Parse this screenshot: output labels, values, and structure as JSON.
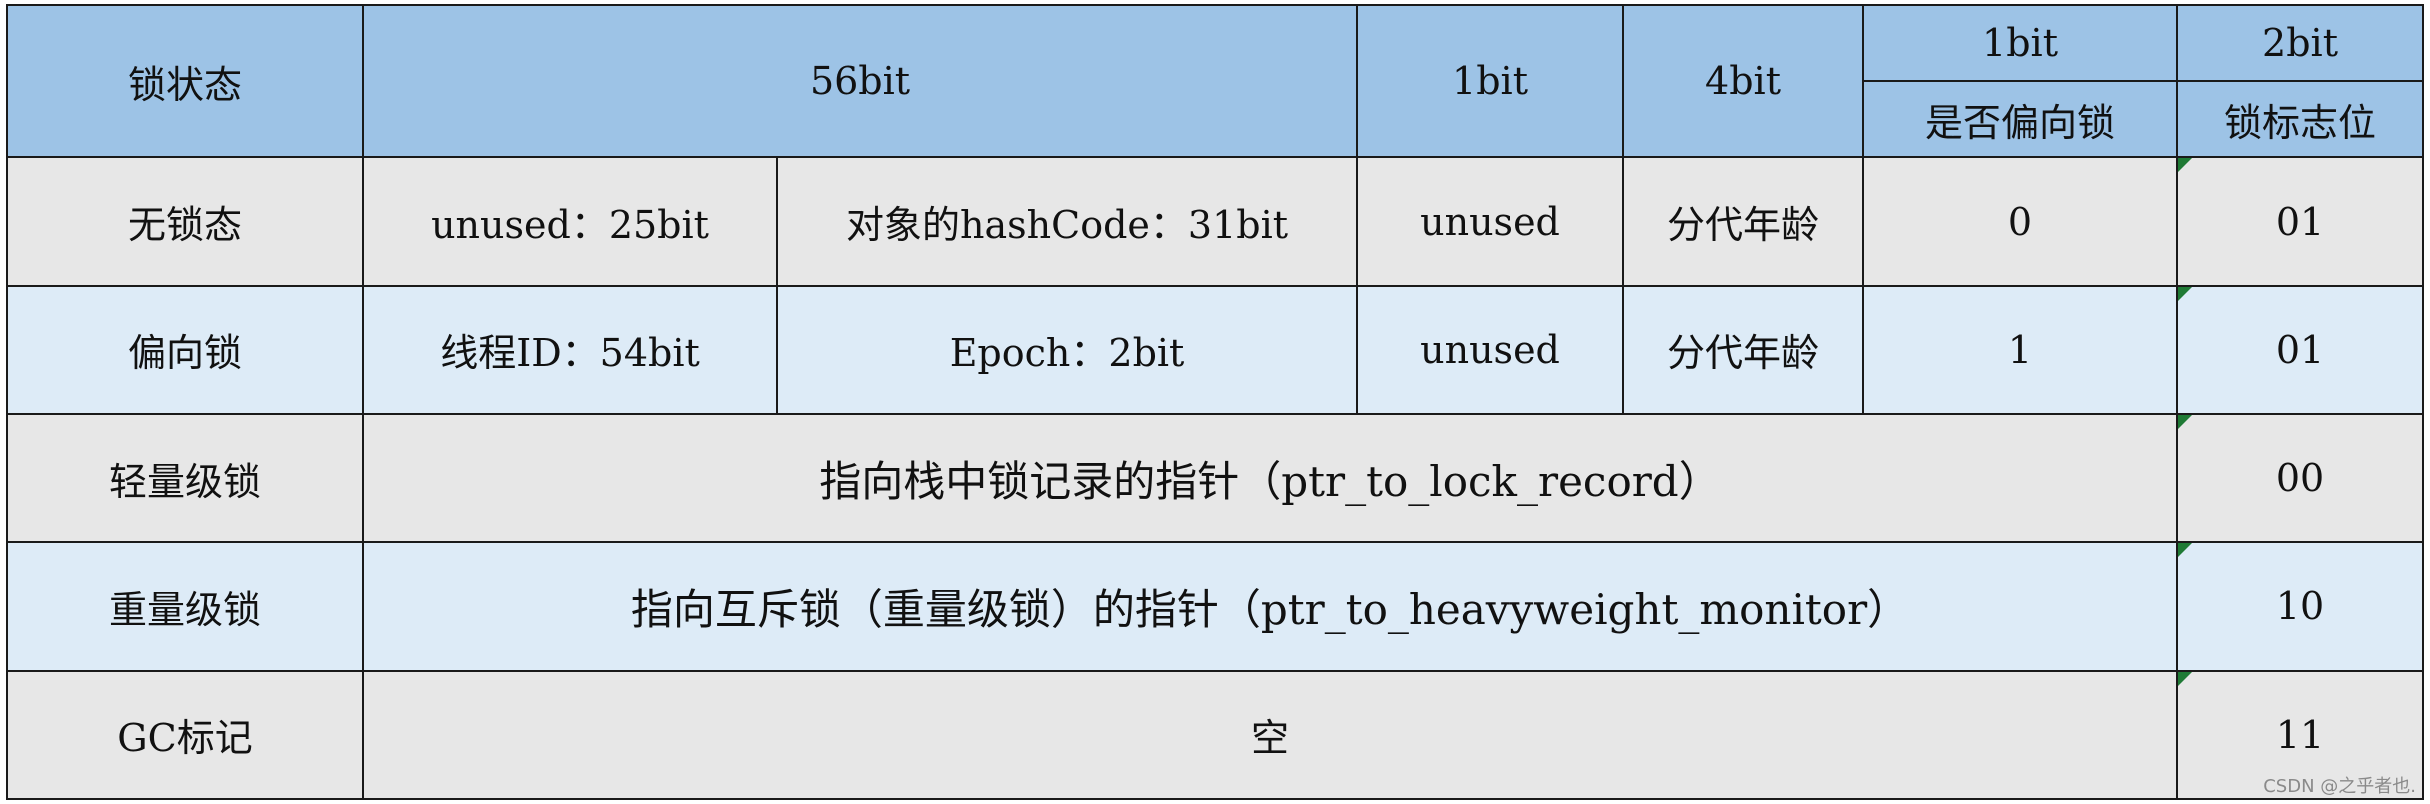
{
  "header": {
    "lock_state": "锁状态",
    "bits_56": "56bit",
    "bits_1_a": "1bit",
    "bits_4": "4bit",
    "bits_1_b": "1bit",
    "bits_2": "2bit",
    "is_biased": "是否偏向锁",
    "lock_flag": "锁标志位"
  },
  "rows": {
    "unlocked": {
      "label": "无锁态",
      "unused25": "unused：25bit",
      "hashcode": "对象的hashCode：31bit",
      "unused": "unused",
      "age": "分代年龄",
      "biased": "0",
      "flag": "01"
    },
    "biased": {
      "label": "偏向锁",
      "thread_id": "线程ID：54bit",
      "epoch": "Epoch：2bit",
      "unused": "unused",
      "age": "分代年龄",
      "biased": "1",
      "flag": "01"
    },
    "lightweight": {
      "label": "轻量级锁",
      "content": "指向栈中锁记录的指针（ptr_to_lock_record）",
      "flag": "00"
    },
    "heavyweight": {
      "label": "重量级锁",
      "content": "指向互斥锁（重量级锁）的指针（ptr_to_heavyweight_monitor）",
      "flag": "10"
    },
    "gc": {
      "label": "GC标记",
      "content": "空",
      "flag": "11"
    }
  },
  "watermark": "CSDN @之乎者也."
}
